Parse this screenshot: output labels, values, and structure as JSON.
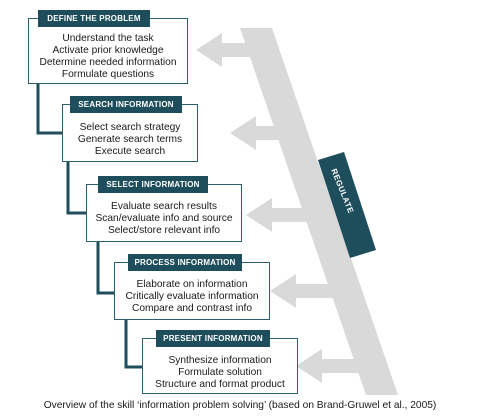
{
  "steps": [
    {
      "title": "Define the problem",
      "lines": [
        "Understand the task",
        "Activate prior knowledge",
        "Determine needed information",
        "Formulate questions"
      ]
    },
    {
      "title": "Search information",
      "lines": [
        "Select search strategy",
        "Generate search terms",
        "Execute search"
      ]
    },
    {
      "title": "Select information",
      "lines": [
        "Evaluate search results",
        "Scan/evaluate info and source",
        "Select/store relevant info"
      ]
    },
    {
      "title": "Process information",
      "lines": [
        "Elaborate on information",
        "Critically evaluate information",
        "Compare and contrast info"
      ]
    },
    {
      "title": "Present information",
      "lines": [
        "Synthesize information",
        "Formulate solution",
        "Structure and format product"
      ]
    }
  ],
  "regulate_label": "Regulate",
  "caption": "Overview of the skill ‘information problem solving’ (based on Brand-Gruwel et al., 2005)",
  "colors": {
    "header_fill": "#1e4e5c",
    "connector": "#1e4e5c",
    "regulate_arrow": "#d9d9d9"
  }
}
